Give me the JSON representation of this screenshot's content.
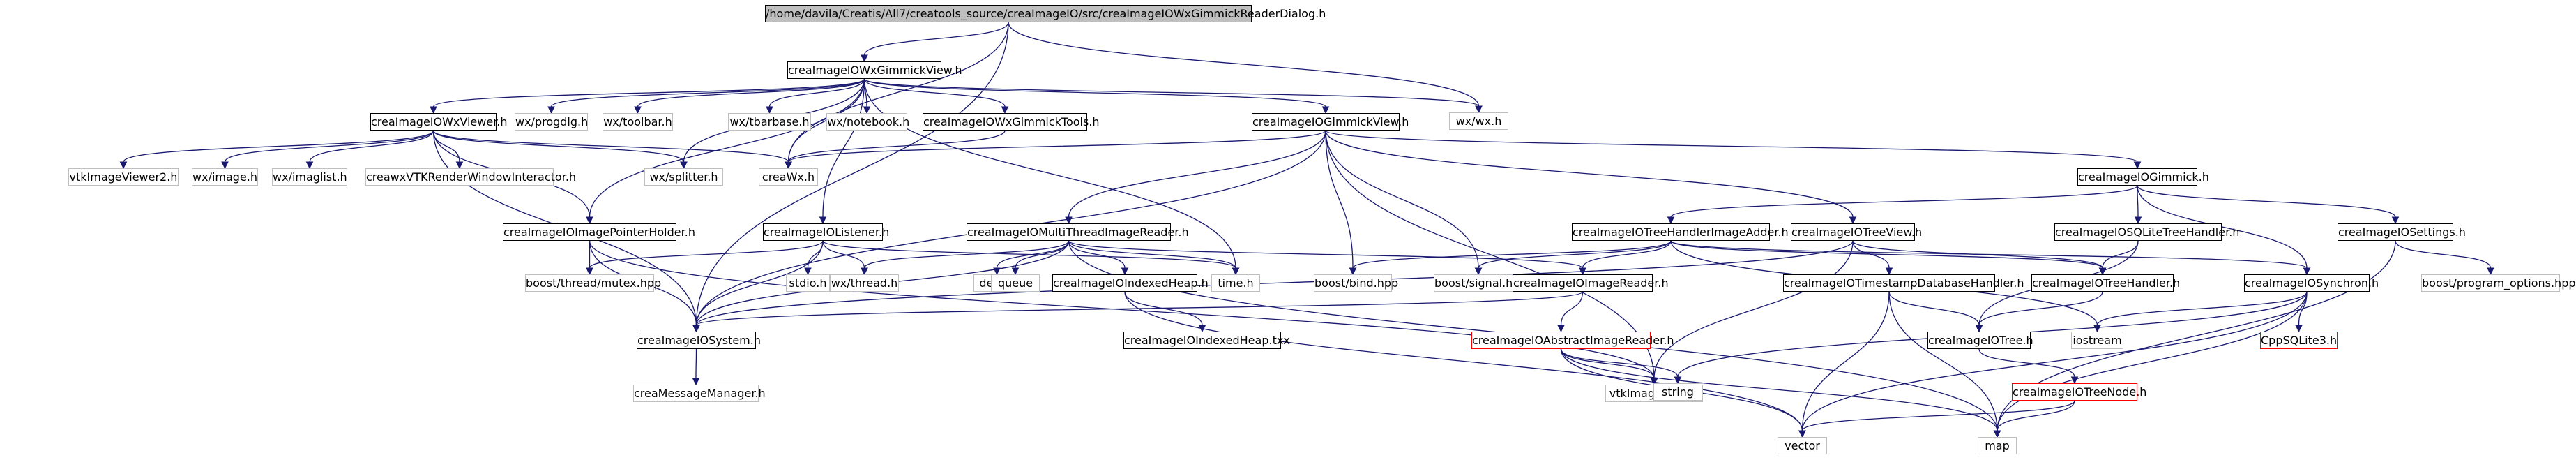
{
  "nodes": [
    {
      "id": "root",
      "label": "/home/davila/Creatis/All7/creatools_source/creaImageIO/src/creaImageIOWxGimmickReaderDialog.h",
      "kind": "root"
    },
    {
      "id": "wxgv",
      "label": "creaImageIOWxGimmickView.h",
      "kind": "int"
    },
    {
      "id": "wxwx",
      "label": "wx/wx.h",
      "kind": "ext"
    },
    {
      "id": "viewer",
      "label": "creaImageIOWxViewer.h",
      "kind": "int"
    },
    {
      "id": "progdlg",
      "label": "wx/progdlg.h",
      "kind": "ext"
    },
    {
      "id": "toolbar",
      "label": "wx/toolbar.h",
      "kind": "ext"
    },
    {
      "id": "tbarbase",
      "label": "wx/tbarbase.h",
      "kind": "ext"
    },
    {
      "id": "notebook",
      "label": "wx/notebook.h",
      "kind": "ext"
    },
    {
      "id": "tools",
      "label": "creaImageIOWxGimmickTools.h",
      "kind": "int"
    },
    {
      "id": "gview",
      "label": "creaImageIOGimmickView.h",
      "kind": "int"
    },
    {
      "id": "vtkviewer",
      "label": "vtkImageViewer2.h",
      "kind": "ext"
    },
    {
      "id": "wximage",
      "label": "wx/image.h",
      "kind": "ext"
    },
    {
      "id": "imaglist",
      "label": "wx/imaglist.h",
      "kind": "ext"
    },
    {
      "id": "rwi",
      "label": "creawxVTKRenderWindowInteractor.h",
      "kind": "ext"
    },
    {
      "id": "splitter",
      "label": "wx/splitter.h",
      "kind": "ext"
    },
    {
      "id": "creawx",
      "label": "creaWx.h",
      "kind": "ext"
    },
    {
      "id": "gimmick",
      "label": "creaImageIOGimmick.h",
      "kind": "int"
    },
    {
      "id": "ptrholder",
      "label": "creaImageIOImagePointerHolder.h",
      "kind": "int"
    },
    {
      "id": "listener",
      "label": "creaImageIOListener.h",
      "kind": "int"
    },
    {
      "id": "mtreader",
      "label": "creaImageIOMultiThreadImageReader.h",
      "kind": "int"
    },
    {
      "id": "thadder",
      "label": "creaImageIOTreeHandlerImageAdder.h",
      "kind": "int"
    },
    {
      "id": "treeview",
      "label": "creaImageIOTreeView.h",
      "kind": "int"
    },
    {
      "id": "sqlite",
      "label": "creaImageIOSQLiteTreeHandler.h",
      "kind": "int"
    },
    {
      "id": "settings",
      "label": "creaImageIOSettings.h",
      "kind": "int"
    },
    {
      "id": "mutex",
      "label": "boost/thread/mutex.hpp",
      "kind": "ext"
    },
    {
      "id": "stdio",
      "label": "stdio.h",
      "kind": "ext"
    },
    {
      "id": "wxthread",
      "label": "wx/thread.h",
      "kind": "ext"
    },
    {
      "id": "deque",
      "label": "deque",
      "kind": "ext"
    },
    {
      "id": "queue",
      "label": "queue",
      "kind": "ext"
    },
    {
      "id": "idxheap",
      "label": "creaImageIOIndexedHeap.h",
      "kind": "int"
    },
    {
      "id": "time",
      "label": "time.h",
      "kind": "ext"
    },
    {
      "id": "bind",
      "label": "boost/bind.hpp",
      "kind": "ext"
    },
    {
      "id": "signal",
      "label": "boost/signal.hpp",
      "kind": "ext"
    },
    {
      "id": "imgreader",
      "label": "creaImageIOImageReader.h",
      "kind": "int"
    },
    {
      "id": "tsdbh",
      "label": "creaImageIOTimestampDatabaseHandler.h",
      "kind": "int"
    },
    {
      "id": "treehandler",
      "label": "creaImageIOTreeHandler.h",
      "kind": "int"
    },
    {
      "id": "synchron",
      "label": "creaImageIOSynchron.h",
      "kind": "int"
    },
    {
      "id": "progopt",
      "label": "boost/program_options.hpp",
      "kind": "ext"
    },
    {
      "id": "system",
      "label": "creaImageIOSystem.h",
      "kind": "int"
    },
    {
      "id": "idxheaptxx",
      "label": "creaImageIOIndexedHeap.txx",
      "kind": "int"
    },
    {
      "id": "absreader",
      "label": "creaImageIOAbstractImageReader.h",
      "kind": "red"
    },
    {
      "id": "tree",
      "label": "creaImageIOTree.h",
      "kind": "int"
    },
    {
      "id": "iostream",
      "label": "iostream",
      "kind": "ext"
    },
    {
      "id": "cppsqlite",
      "label": "CppSQLite3.h",
      "kind": "red"
    },
    {
      "id": "msgmgr",
      "label": "creaMessageManager.h",
      "kind": "ext"
    },
    {
      "id": "vtkimagedata",
      "label": "vtkImageData.h",
      "kind": "ext"
    },
    {
      "id": "string",
      "label": "string",
      "kind": "ext"
    },
    {
      "id": "treenode",
      "label": "creaImageIOTreeNode.h",
      "kind": "red"
    },
    {
      "id": "vector",
      "label": "vector",
      "kind": "ext"
    },
    {
      "id": "map",
      "label": "map",
      "kind": "ext"
    }
  ],
  "edges": [
    [
      "root",
      "wxgv"
    ],
    [
      "root",
      "wxwx"
    ],
    [
      "root",
      "creawx"
    ],
    [
      "root",
      "system"
    ],
    [
      "wxgv",
      "wxwx"
    ],
    [
      "wxgv",
      "viewer"
    ],
    [
      "wxgv",
      "progdlg"
    ],
    [
      "wxgv",
      "toolbar"
    ],
    [
      "wxgv",
      "tbarbase"
    ],
    [
      "wxgv",
      "notebook"
    ],
    [
      "wxgv",
      "tools"
    ],
    [
      "wxgv",
      "gview"
    ],
    [
      "wxgv",
      "splitter"
    ],
    [
      "wxgv",
      "creawx"
    ],
    [
      "wxgv",
      "listener"
    ],
    [
      "wxgv",
      "ptrholder"
    ],
    [
      "wxgv",
      "time"
    ],
    [
      "viewer",
      "vtkviewer"
    ],
    [
      "viewer",
      "wximage"
    ],
    [
      "viewer",
      "imaglist"
    ],
    [
      "viewer",
      "rwi"
    ],
    [
      "viewer",
      "splitter"
    ],
    [
      "viewer",
      "creawx"
    ],
    [
      "viewer",
      "ptrholder"
    ],
    [
      "viewer",
      "system"
    ],
    [
      "tools",
      "creawx"
    ],
    [
      "gview",
      "gimmick"
    ],
    [
      "gview",
      "mtreader"
    ],
    [
      "gview",
      "treeview"
    ],
    [
      "gview",
      "bind"
    ],
    [
      "gview",
      "signal"
    ],
    [
      "gview",
      "creawx"
    ],
    [
      "gview",
      "vtkimagedata"
    ],
    [
      "gview",
      "system"
    ],
    [
      "gimmick",
      "thadder"
    ],
    [
      "gimmick",
      "sqlite"
    ],
    [
      "gimmick",
      "settings"
    ],
    [
      "gimmick",
      "synchron"
    ],
    [
      "ptrholder",
      "mutex"
    ],
    [
      "ptrholder",
      "system"
    ],
    [
      "ptrholder",
      "vtkimagedata"
    ],
    [
      "listener",
      "mutex"
    ],
    [
      "listener",
      "stdio"
    ],
    [
      "listener",
      "wxthread"
    ],
    [
      "listener",
      "time"
    ],
    [
      "listener",
      "system"
    ],
    [
      "mtreader",
      "wxthread"
    ],
    [
      "mtreader",
      "deque"
    ],
    [
      "mtreader",
      "queue"
    ],
    [
      "mtreader",
      "idxheap"
    ],
    [
      "mtreader",
      "time"
    ],
    [
      "mtreader",
      "imgreader"
    ],
    [
      "mtreader",
      "system"
    ],
    [
      "mtreader",
      "map"
    ],
    [
      "idxheap",
      "idxheaptxx"
    ],
    [
      "idxheap",
      "vector"
    ],
    [
      "thadder",
      "bind"
    ],
    [
      "thadder",
      "signal"
    ],
    [
      "thadder",
      "imgreader"
    ],
    [
      "thadder",
      "treehandler"
    ],
    [
      "thadder",
      "synchron"
    ],
    [
      "thadder",
      "iostream"
    ],
    [
      "treeview",
      "treehandler"
    ],
    [
      "treeview",
      "tsdbh"
    ],
    [
      "treeview",
      "vtkimagedata"
    ],
    [
      "treeview",
      "system"
    ],
    [
      "sqlite",
      "treehandler"
    ],
    [
      "sqlite",
      "tree"
    ],
    [
      "settings",
      "progopt"
    ],
    [
      "settings",
      "map"
    ],
    [
      "imgreader",
      "absreader"
    ],
    [
      "imgreader",
      "system"
    ],
    [
      "absreader",
      "vtkimagedata"
    ],
    [
      "absreader",
      "string"
    ],
    [
      "absreader",
      "vector"
    ],
    [
      "absreader",
      "map"
    ],
    [
      "tsdbh",
      "tree"
    ],
    [
      "tsdbh",
      "vector"
    ],
    [
      "tsdbh",
      "map"
    ],
    [
      "treehandler",
      "tree"
    ],
    [
      "synchron",
      "cppsqlite"
    ],
    [
      "synchron",
      "iostream"
    ],
    [
      "synchron",
      "string"
    ],
    [
      "synchron",
      "vector"
    ],
    [
      "synchron",
      "map"
    ],
    [
      "tree",
      "treenode"
    ],
    [
      "treenode",
      "vector"
    ],
    [
      "treenode",
      "map"
    ],
    [
      "system",
      "msgmgr"
    ]
  ]
}
